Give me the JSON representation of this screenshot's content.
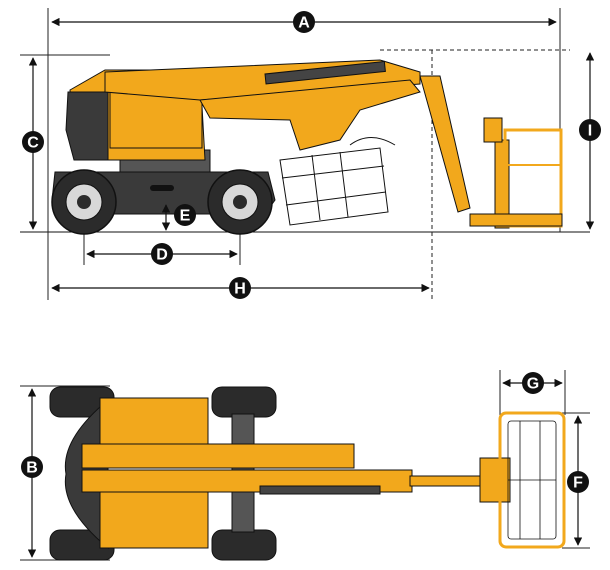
{
  "colors": {
    "machine_yellow": "#F2A81C",
    "machine_dark": "#2b2b2b",
    "dimension_line": "#111111",
    "badge_fill": "#111111",
    "badge_text": "#ffffff"
  },
  "dimension_labels": {
    "overall_length": "A",
    "overall_width": "B",
    "stowed_height": "C",
    "wheelbase": "D",
    "ground_clearance": "E",
    "platform_length": "F",
    "platform_width": "G",
    "length_to_jib": "H",
    "height_to_platform": "I"
  },
  "icons": {
    "side_view": "boom-lift-side-view",
    "top_view": "boom-lift-top-view"
  }
}
